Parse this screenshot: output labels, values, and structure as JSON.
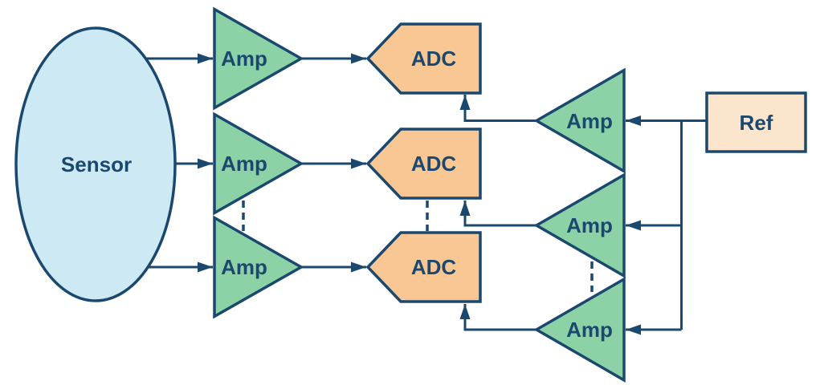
{
  "diagram": {
    "type": "signal-chain-block-diagram",
    "description": "Multichannel sensor acquisition: one sensor drives N amplifier+ADC channels; a shared reference is buffered by amplifiers driving each ADC reference input; dashed lines mark repeated channels",
    "nodes": [
      {
        "id": "sensor",
        "label": "Sensor",
        "shape": "ellipse"
      },
      {
        "id": "amp1",
        "label": "Amp",
        "shape": "triangle-right"
      },
      {
        "id": "amp2",
        "label": "Amp",
        "shape": "triangle-right"
      },
      {
        "id": "amp3",
        "label": "Amp",
        "shape": "triangle-right"
      },
      {
        "id": "adc1",
        "label": "ADC",
        "shape": "pentagon-left-point"
      },
      {
        "id": "adc2",
        "label": "ADC",
        "shape": "pentagon-left-point"
      },
      {
        "id": "adc3",
        "label": "ADC",
        "shape": "pentagon-left-point"
      },
      {
        "id": "refamp1",
        "label": "Amp",
        "shape": "triangle-left"
      },
      {
        "id": "refamp2",
        "label": "Amp",
        "shape": "triangle-left"
      },
      {
        "id": "refamp3",
        "label": "Amp",
        "shape": "triangle-left"
      },
      {
        "id": "ref",
        "label": "Ref",
        "shape": "rectangle"
      }
    ],
    "edges": [
      {
        "from": "sensor",
        "to": "amp1"
      },
      {
        "from": "sensor",
        "to": "amp2"
      },
      {
        "from": "sensor",
        "to": "amp3"
      },
      {
        "from": "amp1",
        "to": "adc1"
      },
      {
        "from": "amp2",
        "to": "adc2"
      },
      {
        "from": "amp3",
        "to": "adc3"
      },
      {
        "from": "refamp1",
        "to": "adc1"
      },
      {
        "from": "refamp2",
        "to": "adc2"
      },
      {
        "from": "refamp3",
        "to": "adc3"
      },
      {
        "from": "ref",
        "to": "refamp1"
      },
      {
        "from": "ref",
        "to": "refamp2"
      },
      {
        "from": "ref",
        "to": "refamp3"
      }
    ],
    "repetition_dashes": [
      "between amp2 and amp3",
      "between adc2 and adc3",
      "between refamp2 and refamp3"
    ]
  },
  "colors": {
    "stroke": "#1B486E",
    "text": "#1B486E",
    "amp_fill": "#8CD2A6",
    "adc_fill": "#F9C794",
    "ref_fill": "#FBE5CD",
    "sensor_fill": "#CDE9F4",
    "background": "#FFFFFF"
  }
}
